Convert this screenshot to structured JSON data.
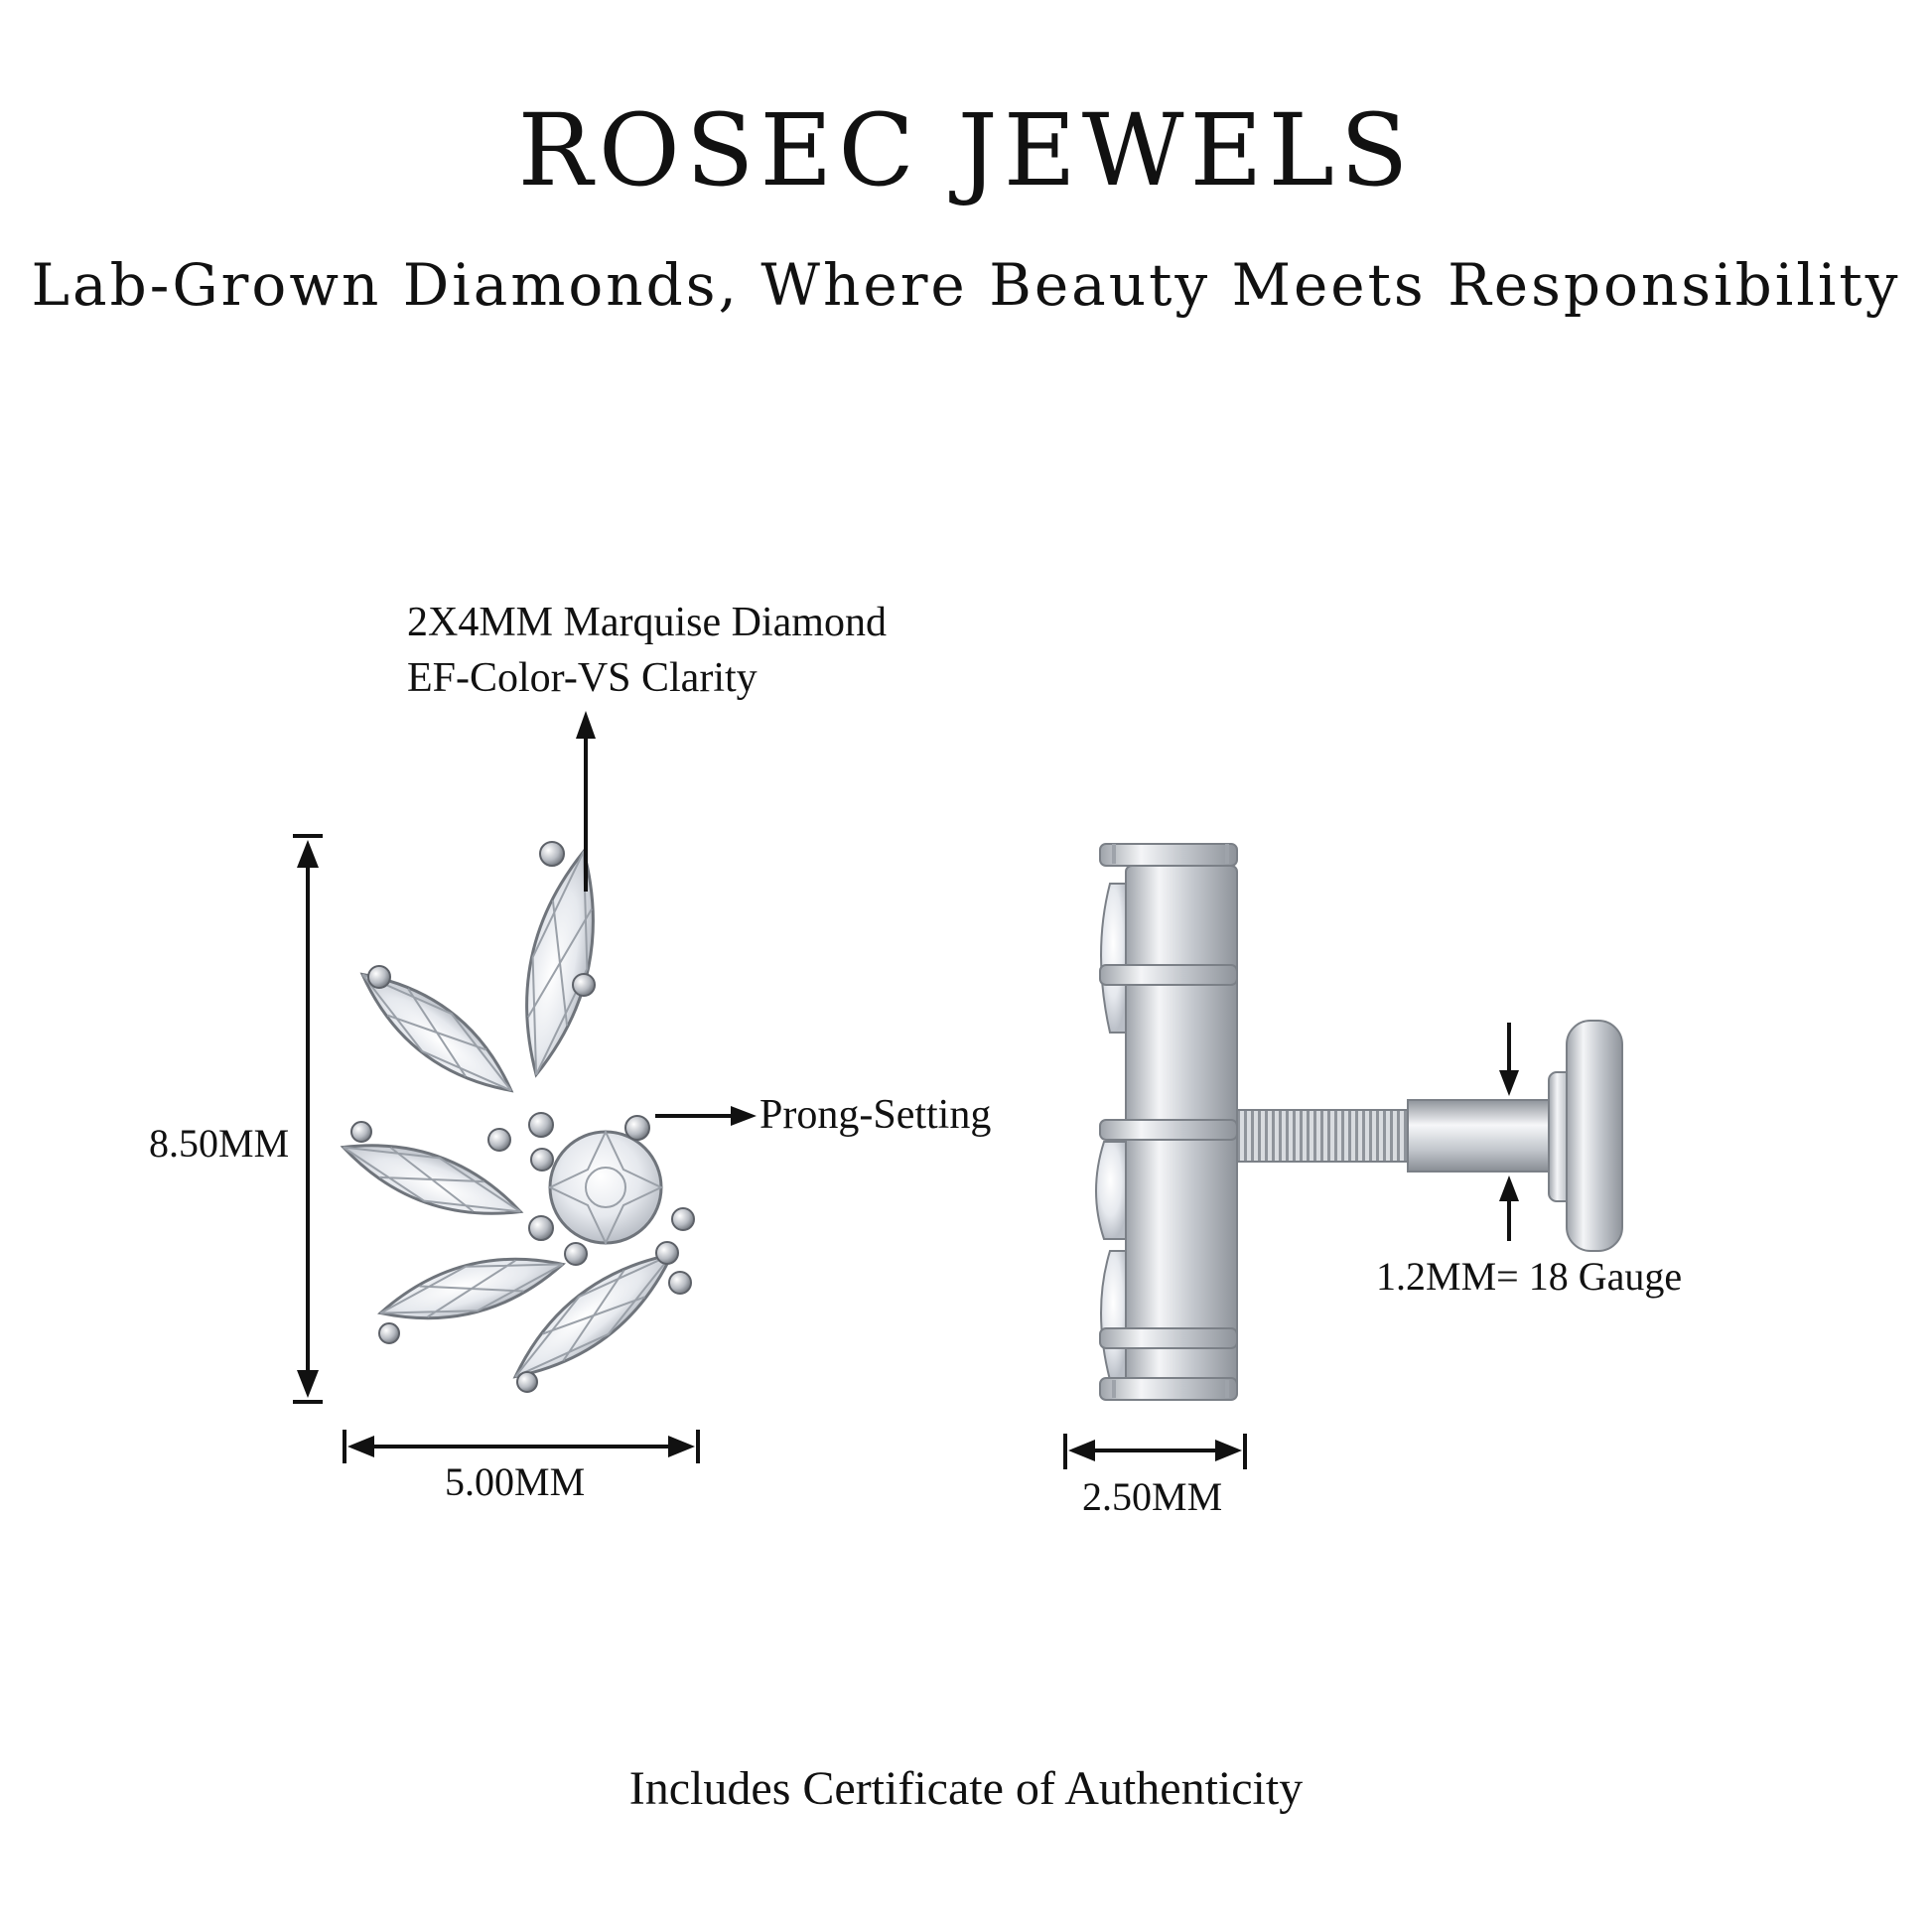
{
  "brand": "ROSEC JEWELS",
  "tagline": "Lab-Grown Diamonds, Where Beauty Meets Responsibility",
  "labels": {
    "stone_line1": "2X4MM Marquise Diamond",
    "stone_line2": "EF-Color-VS Clarity",
    "height": "8.50MM",
    "width": "5.00MM",
    "setting": "Prong-Setting",
    "gauge": "1.2MM= 18 Gauge",
    "depth": "2.50MM"
  },
  "footer": "Includes Certificate of Authenticity",
  "colors": {
    "text": "#111111",
    "metal": "#c9ccd1",
    "stone": "#eef1f5",
    "background": "#ffffff"
  }
}
